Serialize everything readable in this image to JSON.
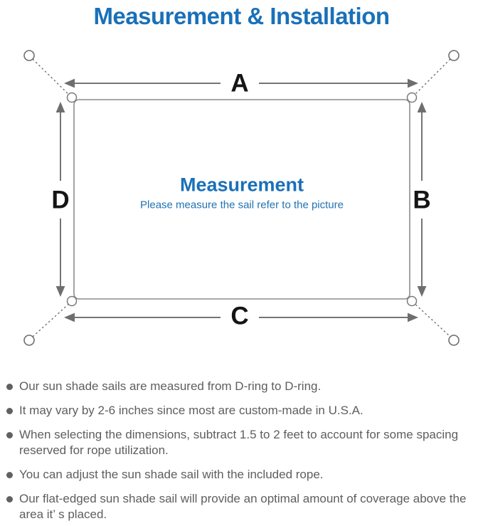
{
  "title": "Measurement & Installation",
  "diagram": {
    "labels": {
      "top": "A",
      "right": "B",
      "bottom": "C",
      "left": "D"
    },
    "center_title": "Measurement",
    "center_subtitle": "Please measure the sail refer to the picture"
  },
  "colors": {
    "accent_blue": "#1a70b8",
    "subtitle_blue": "#2173b5",
    "line_gray": "#7a7a7a",
    "label_black": "#151515",
    "text_gray": "#5e5e5e"
  },
  "bullets": [
    "Our sun shade sails are measured from D-ring to D-ring.",
    "It may vary by 2-6 inches since most are custom-made in U.S.A.",
    "When selecting the dimensions, subtract 1.5 to 2 feet to account for some spacing reserved for rope utilization.",
    "You can adjust the sun shade sail with the included rope.",
    "Our flat-edged sun shade sail will provide an optimal amount of coverage above the area it’ s placed."
  ]
}
